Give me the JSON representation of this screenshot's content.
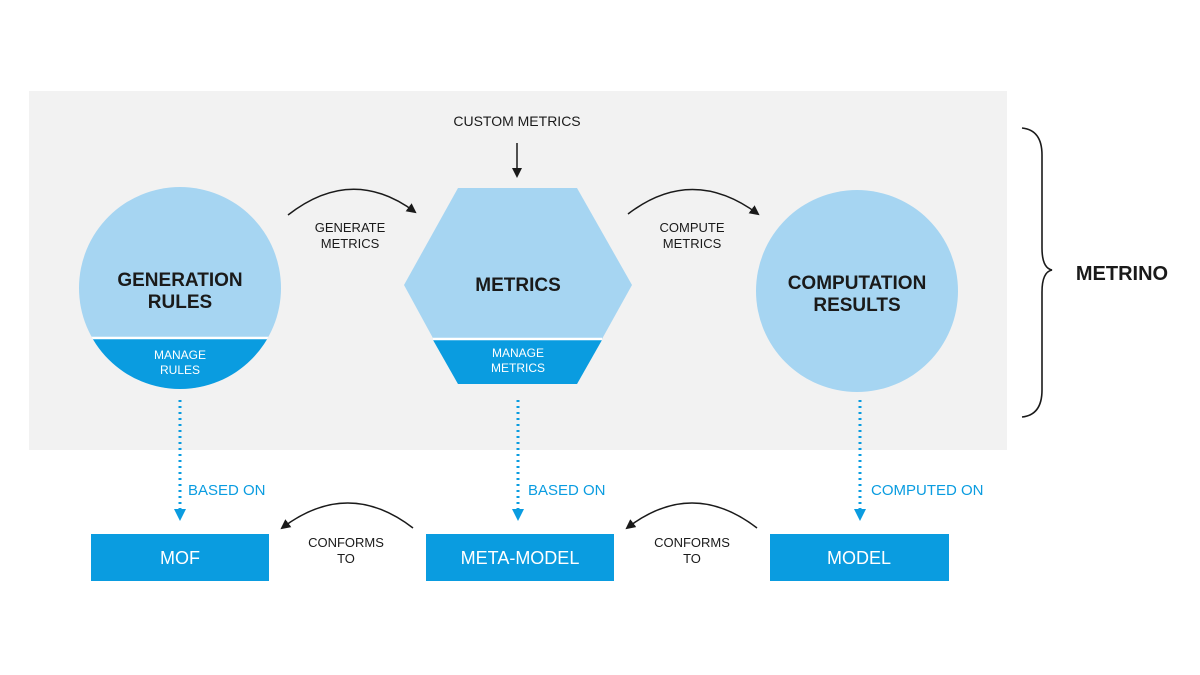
{
  "brand": {
    "label": "METRINO"
  },
  "inputs": {
    "custom_metrics": "CUSTOM METRICS"
  },
  "nodes": {
    "generation_rules": {
      "title_line1": "GENERATION",
      "title_line2": "RULES",
      "sub_line1": "MANAGE",
      "sub_line2": "RULES"
    },
    "metrics": {
      "title": "METRICS",
      "sub_line1": "MANAGE",
      "sub_line2": "METRICS"
    },
    "computation_results": {
      "title_line1": "COMPUTATION",
      "title_line2": "RESULTS"
    }
  },
  "arcs": {
    "generate": {
      "line1": "GENERATE",
      "line2": "METRICS"
    },
    "compute": {
      "line1": "COMPUTE",
      "line2": "METRICS"
    },
    "conforms_left": {
      "line1": "CONFORMS",
      "line2": "TO"
    },
    "conforms_right": {
      "line1": "CONFORMS",
      "line2": "TO"
    }
  },
  "links": {
    "based_on_1": "BASED ON",
    "based_on_2": "BASED ON",
    "computed_on": "COMPUTED ON"
  },
  "boxes": {
    "mof": "MOF",
    "meta_model": "META-MODEL",
    "model": "MODEL"
  },
  "colors": {
    "panel": "#f2f2f2",
    "light_blue": "#a6d5f2",
    "mid_blue": "#0a9ce0",
    "box_blue": "#0a9ce0",
    "text_dark": "#1a1a1a"
  }
}
